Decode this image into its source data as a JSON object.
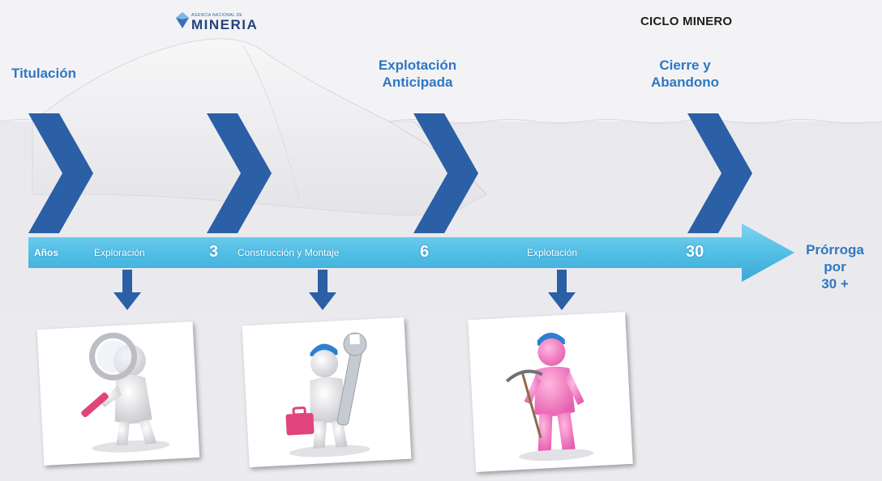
{
  "logo": {
    "agency_small": "AGENCIA NACIONAL DE",
    "agency_big": "MINERIA",
    "mark_icon": "diamond-logo-icon"
  },
  "cycle_title": "CICLO MINERO",
  "phases": {
    "titulacion": "Titulación",
    "explotacion_anticipada_line1": "Explotación",
    "explotacion_anticipada_line2": "Anticipada",
    "cierre_line1": "Cierre y",
    "cierre_line2": "Abandono"
  },
  "timeline": {
    "years_label": "Años",
    "stage_exploracion": "Exploración",
    "year_3": "3",
    "stage_construccion": "Construcción y Montaje",
    "year_6": "6",
    "stage_explotacion": "Explotación",
    "year_30": "30"
  },
  "extension": {
    "line1": "Prórroga",
    "line2": "por",
    "line3": "30 +"
  },
  "images": {
    "exploration": "magnifier-explorer-figure",
    "construction": "worker-with-wrench-figure",
    "exploitation": "miner-with-pickaxe-figure"
  },
  "colors": {
    "chevron": "#2b5fa6",
    "bar": "#5cc4e8",
    "phase_text": "#2f77c2",
    "down_arrow": "#2b5fa6"
  }
}
